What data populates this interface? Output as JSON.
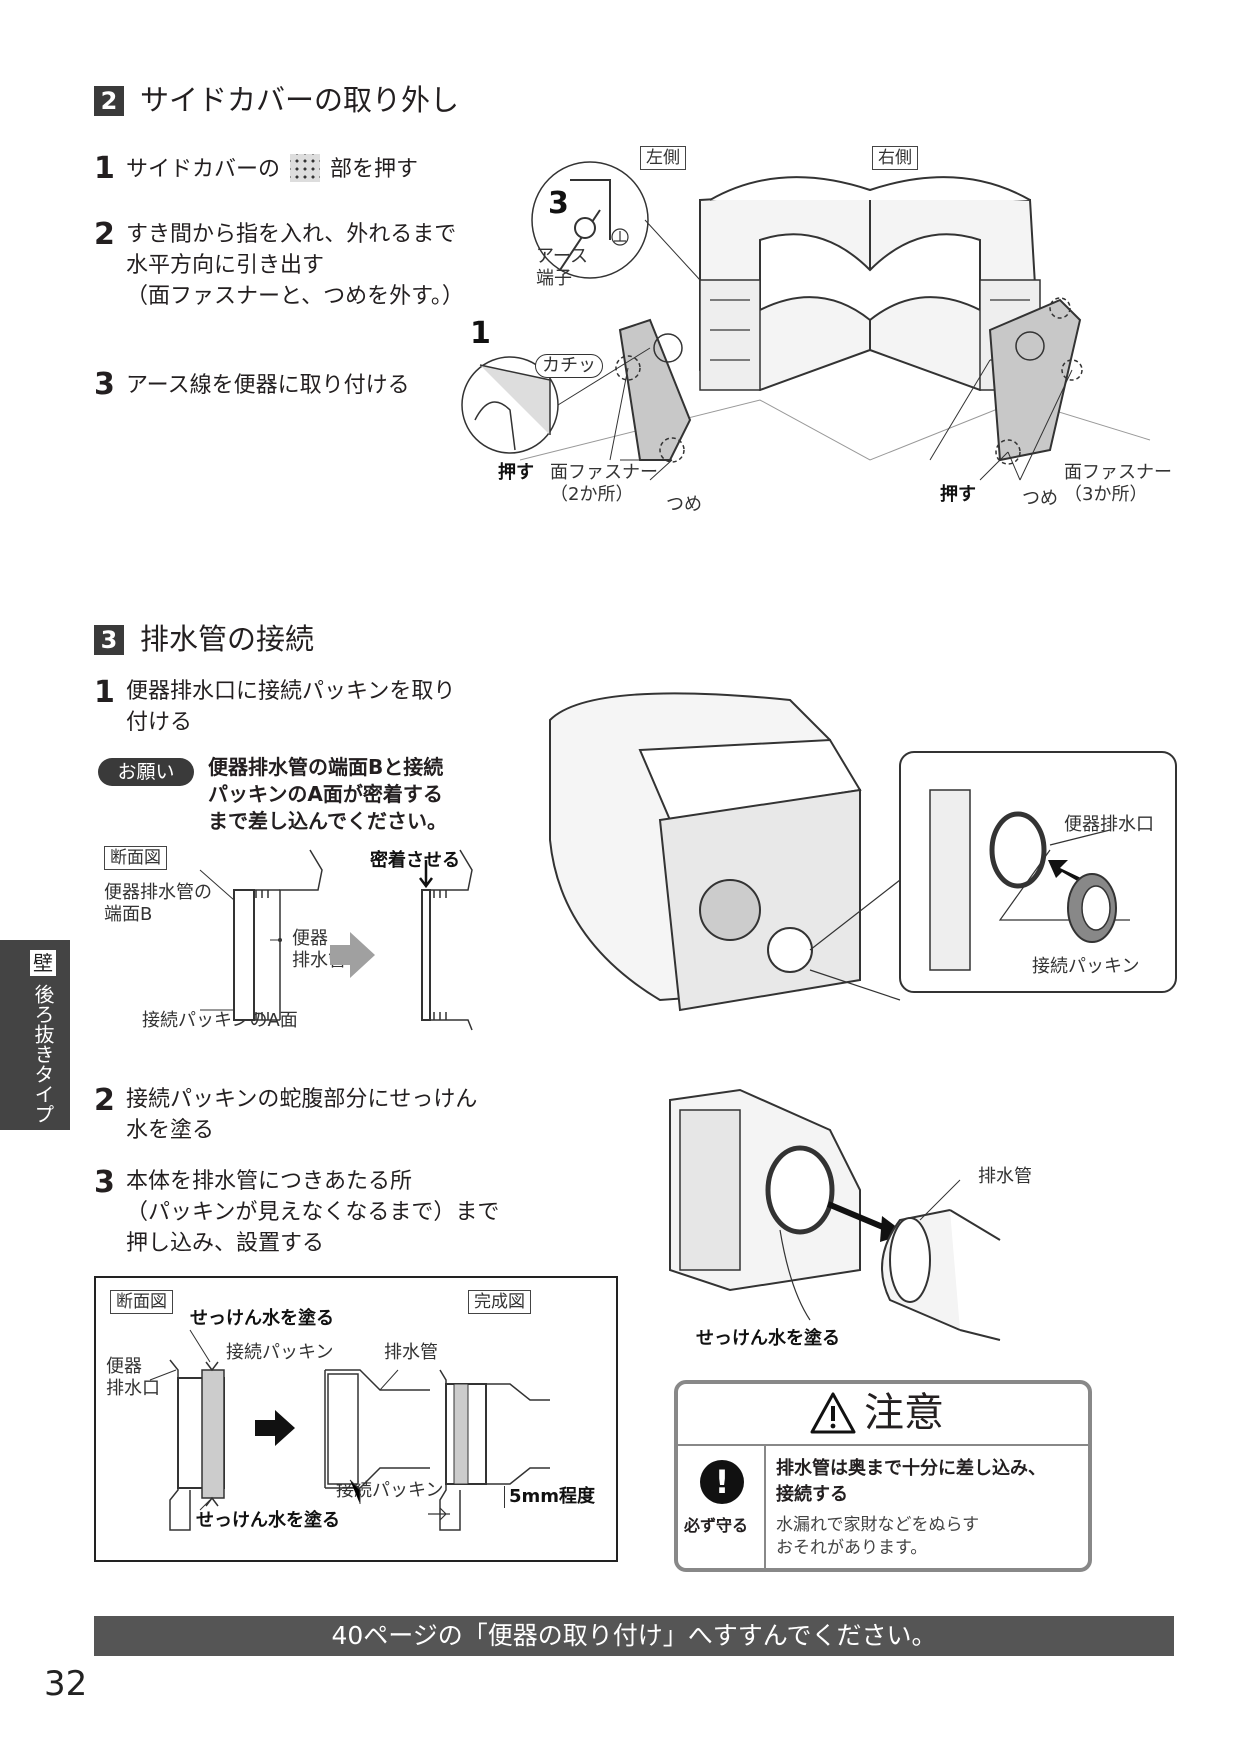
{
  "section2": {
    "number": "2",
    "title": "サイドカバーの取り外し",
    "steps": [
      {
        "num": "1",
        "text_a": "サイドカバーの",
        "text_b": "部を押す"
      },
      {
        "num": "2",
        "lines": [
          "すき間から指を入れ、外れるまで",
          "水平方向に引き出す",
          "（面ファスナーと、つめを外す。）"
        ]
      },
      {
        "num": "3",
        "text": "アース線を便器に取り付ける"
      }
    ],
    "figure": {
      "left_tag": "左側",
      "right_tag": "右側",
      "callout_3": "3",
      "callout_1": "1",
      "earth_terminal": [
        "アース",
        "端子"
      ],
      "click_sound": "カチッ",
      "push_left": "押す",
      "fastener_left": [
        "面ファスナー",
        "（2か所）"
      ],
      "claw_left": "つめ",
      "push_right": "押す",
      "claw_right": "つめ",
      "fastener_right": [
        "面ファスナー",
        "（3か所）"
      ]
    }
  },
  "section3": {
    "number": "3",
    "title": "排水管の接続",
    "step1": {
      "num": "1",
      "lines": [
        "便器排水口に接続パッキンを取り",
        "付ける"
      ]
    },
    "request_badge": "お願い",
    "request_text": [
      "便器排水管の端面Bと接続",
      "パッキンのA面が密着する",
      "まで差し込んでください。"
    ],
    "section_view": {
      "tag": "断面図",
      "end_b": [
        "便器排水管の",
        "端面B"
      ],
      "pipe": [
        "便器",
        "排水管"
      ],
      "face_a": "接続パッキンのA面",
      "contact": "密着させる"
    },
    "detail": {
      "drain_outlet": "便器排水口",
      "packing": "接続パッキン"
    },
    "step2": {
      "num": "2",
      "lines": [
        "接続パッキンの蛇腹部分にせっけん",
        "水を塗る"
      ]
    },
    "step3": {
      "num": "3",
      "lines": [
        "本体を排水管につきあたる所",
        "（パッキンが見えなくなるまで）まで",
        "押し込み、設置する"
      ]
    },
    "bottom_box": {
      "tag_left": "断面図",
      "tag_right": "完成図",
      "soap_top": "せっけん水を塗る",
      "packing_top": "接続パッキン",
      "drain_pipe": "排水管",
      "outlet": [
        "便器",
        "排水口"
      ],
      "packing_bottom": "接続パッキン",
      "soap_bottom": "せっけん水を塗る",
      "gap": "5mm程度"
    },
    "pipe_fig": {
      "drain_pipe": "排水管",
      "soap": "せっけん水を塗る"
    },
    "caution": {
      "title": "注意",
      "must": "必ず守る",
      "bold": [
        "排水管は奥まで十分に差し込み、",
        "接続する"
      ],
      "normal": [
        "水漏れで家財などをぬらす",
        "おそれがあります。"
      ]
    }
  },
  "side_tab": {
    "char1": "壁",
    "rest": "後ろ抜きタイプ"
  },
  "footer": {
    "banner": "40ページの「便器の取り付け」へすすんでください。",
    "page_number": "32"
  },
  "colors": {
    "dark": "#3a3a3a",
    "gray_fill": "#d0d0d0",
    "arrow_gray": "#a0a0a0"
  }
}
